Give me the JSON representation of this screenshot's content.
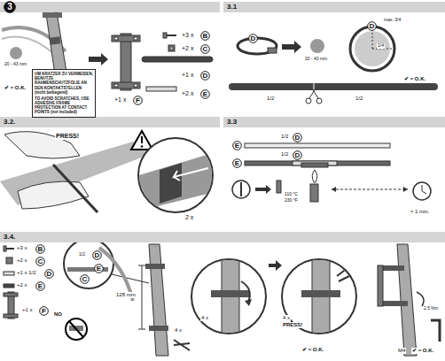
{
  "diagram": {
    "nodes": [
      {
        "text": [
          "3"
        ]
      },
      {
        "text": [
          "3.1"
        ]
      },
      {
        "text": [
          "3.2."
        ]
      },
      {
        "text": [
          "3.3"
        ]
      },
      {
        "text": [
          "3.4."
        ]
      },
      {
        "text": [
          "UM KRATZER ZU VERMEIDEN, BENUTZE RAHMENSCHUTZFOLIE AN DEN KONTAKTSTELLEN (nicht beiliegend)",
          "TO AVOID SCRATCHES, USE ADHESIVE FRAME PROTECTION AT CONTACT POINTS (not included)"
        ]
      },
      {
        "text": [
          "B"
        ]
      },
      {
        "text": [
          "C"
        ]
      },
      {
        "text": [
          "D"
        ]
      },
      {
        "text": [
          "E"
        ]
      },
      {
        "text": [
          "F"
        ]
      },
      {
        "text": [
          "D"
        ]
      },
      {
        "text": [
          "D"
        ]
      },
      {
        "text": [
          "E"
        ]
      },
      {
        "text": [
          "D"
        ]
      },
      {
        "text": [
          "E"
        ]
      },
      {
        "text": [
          "D"
        ]
      },
      {
        "text": [
          "B"
        ]
      },
      {
        "text": [
          "C"
        ]
      },
      {
        "text": [
          "D"
        ]
      },
      {
        "text": [
          "E"
        ]
      },
      {
        "text": [
          "F"
        ]
      },
      {
        "text": [
          "D"
        ]
      },
      {
        "text": [
          "E"
        ]
      },
      {
        "text": [
          "C"
        ]
      }
    ],
    "labels": [
      "20 - 43 mm",
      "✔ = O.K.",
      "+3 x",
      "+2 x",
      "+1 x",
      "+2 x",
      "+1 x",
      "20 - 43 mm",
      "max. 3/4",
      "1/4",
      "✔ = O.K.",
      "1/2",
      "1/2",
      "PRESS!",
      "2 x",
      "1/2",
      "1/2",
      "110 °C",
      "230 °F",
      "≈ 1 min.",
      "+3 x",
      "+2 x",
      "+1 x 1/2",
      "+2 x",
      "+1 x",
      "1/2",
      "NO",
      "128 mm",
      "4 x",
      "4 x",
      "4 x",
      "PRESS!",
      "✔ = O.K.",
      "2,5 Nm",
      "M4",
      "✔ = O.K."
    ]
  }
}
